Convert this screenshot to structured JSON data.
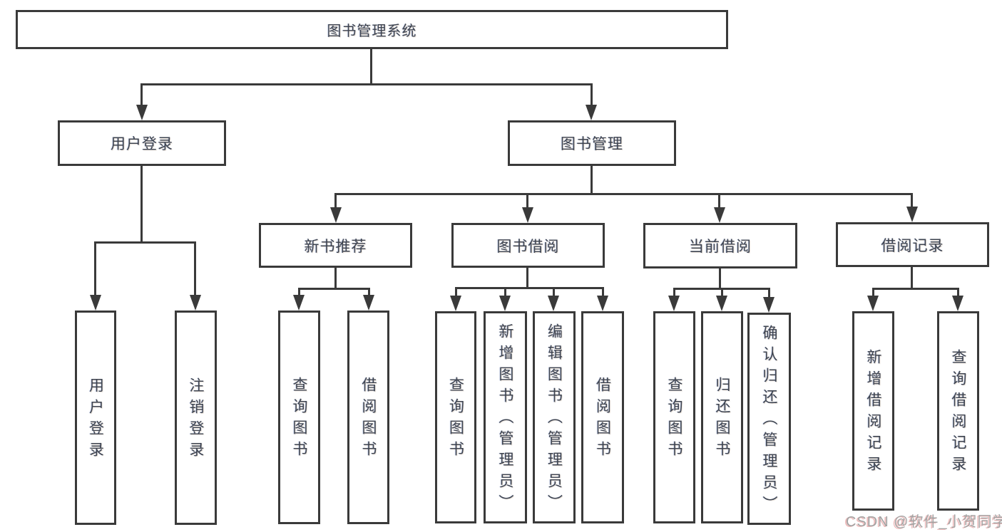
{
  "diagram": {
    "title": "图书管理系统",
    "level2": {
      "user_login": "用户登录",
      "book_mgmt": "图书管理"
    },
    "level3": {
      "new_books": "新书推荐",
      "book_borrow": "图书借阅",
      "current_borrow": "当前借阅",
      "borrow_records": "借阅记录"
    },
    "leaves": {
      "user_login_leaf": "用户登录",
      "user_logout_leaf": "注销登录",
      "nb_query_books": "查询图书",
      "nb_borrow_books": "借阅图书",
      "bb_query_books": "查询图书",
      "bb_add_books": "新增图书（管理员）",
      "bb_edit_books": "编辑图书（管理员）",
      "bb_borrow_books": "借阅图书",
      "cb_query_books": "查询图书",
      "cb_return_books": "归还图书",
      "cb_confirm_return": "确认归还（管理员）",
      "br_add_record": "新增借阅记录",
      "br_query_record": "查询借阅记录"
    }
  },
  "watermark": {
    "text": "CSDN @软件_小贺同学"
  },
  "colors": {
    "line": "#3a3a3a",
    "text": "#3e4450",
    "background": "#ffffff",
    "watermark": "#a3a3a3",
    "watermark_shadow": "#d96a6a"
  }
}
